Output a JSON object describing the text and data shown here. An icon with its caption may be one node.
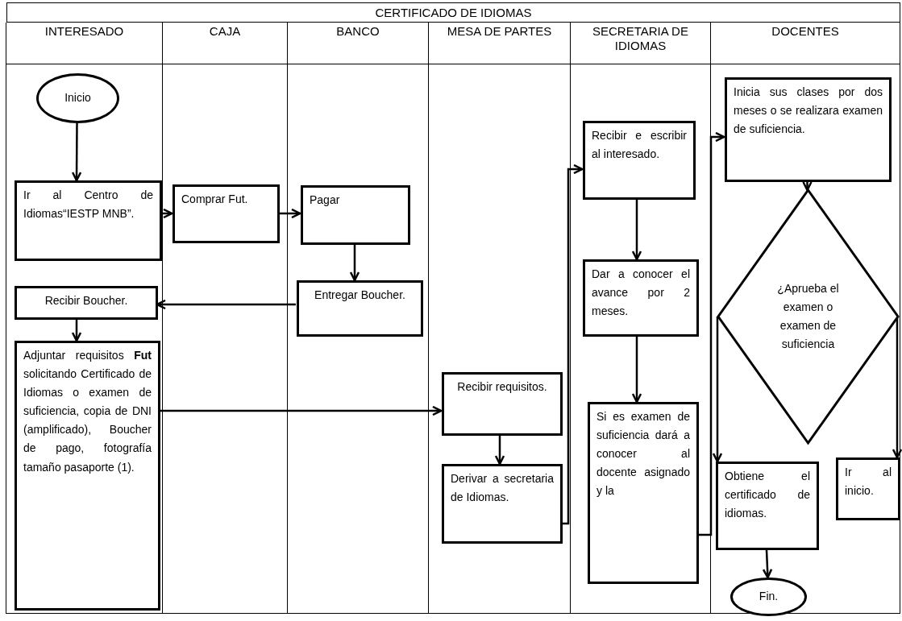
{
  "diagram": {
    "title": "CERTIFICADO DE IDIOMAS",
    "nodes": [
      {
        "text": [
          "INTERESADO"
        ]
      },
      {
        "text": [
          "CAJA"
        ]
      },
      {
        "text": [
          "BANCO"
        ]
      },
      {
        "text": [
          "MESA DE PARTES"
        ]
      },
      {
        "text": [
          "SECRETARIA DE IDIOMAS"
        ]
      },
      {
        "text": [
          "DOCENTES"
        ]
      },
      {
        "text": [
          "Inicio"
        ],
        "in": 0
      },
      {
        "text": [
          "Ir al Centro de Idiomas“IESTP MNB”."
        ],
        "in": 0
      },
      {
        "text": [
          "Comprar Fut."
        ],
        "in": 1
      },
      {
        "text": [
          "Pagar"
        ],
        "in": 2
      },
      {
        "text": [
          "Entregar Boucher."
        ],
        "in": 2
      },
      {
        "text": [
          "Recibir Boucher."
        ],
        "in": 0
      },
      {
        "text": [
          "Adjuntar requisitos **Fut** solicitando Certificado de Idiomas o examen de suficiencia, copia de DNI (amplificado), Boucher de pago, fotografía tamaño pasaporte (1)."
        ],
        "in": 0
      },
      {
        "text": [
          "Recibir requisitos."
        ],
        "in": 3
      },
      {
        "text": [
          "Derivar a secretaria de Idiomas."
        ],
        "in": 3
      },
      {
        "text": [
          "Recibir e escribir al interesado."
        ],
        "in": 4
      },
      {
        "text": [
          "Dar a conocer el avance por 2 meses."
        ],
        "in": 4
      },
      {
        "text": [
          "Si es examen de suficiencia dará a conocer al docente asignado y la"
        ],
        "in": 4
      },
      {
        "text": [
          "Inicia sus clases por dos meses o se realizara examen de suficiencia."
        ],
        "in": 5
      },
      {
        "text": [
          "¿Aprueba el examen o examen de suficiencia"
        ],
        "in": 5
      },
      {
        "text": [
          "Obtiene el certificado de idiomas."
        ],
        "in": 5
      },
      {
        "text": [
          "Ir al inicio."
        ],
        "in": 5
      },
      {
        "text": [
          "Fin."
        ],
        "in": 5
      }
    ],
    "edges": [
      {
        "from": 6,
        "to": 7,
        "arrow": "to"
      },
      {
        "from": 7,
        "to": 8,
        "arrow": "to"
      },
      {
        "from": 8,
        "to": 9,
        "arrow": "to"
      },
      {
        "from": 9,
        "to": 10,
        "arrow": "to"
      },
      {
        "from": 10,
        "to": 11,
        "arrow": "to"
      },
      {
        "from": 11,
        "to": 12,
        "arrow": "to"
      },
      {
        "from": 12,
        "to": 13,
        "arrow": "to"
      },
      {
        "from": 13,
        "to": 14,
        "arrow": "to"
      },
      {
        "from": 14,
        "to": 15,
        "arrow": "to"
      },
      {
        "from": 15,
        "to": 16,
        "arrow": "to"
      },
      {
        "from": 16,
        "to": 17,
        "arrow": "to"
      },
      {
        "from": 17,
        "to": 18,
        "arrow": "to"
      },
      {
        "from": 18,
        "to": 19,
        "arrow": "to"
      },
      {
        "from": 19,
        "to": 20,
        "arrow": "to"
      },
      {
        "from": 19,
        "to": 21,
        "arrow": "to"
      },
      {
        "from": 20,
        "to": 22,
        "arrow": "to"
      }
    ]
  }
}
